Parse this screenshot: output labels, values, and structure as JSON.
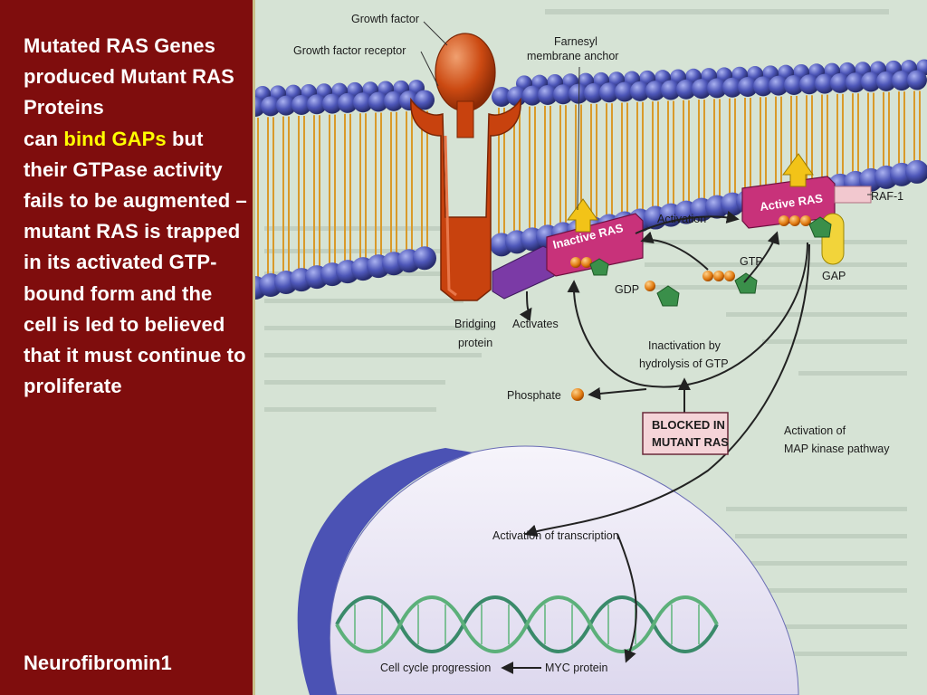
{
  "caption": {
    "part1": "Mutated RAS Genes produced Mutant RAS Proteins",
    "part2_prefix": "can ",
    "part2_highlight": "bind GAPs",
    "part3": "but their GTPase activity fails to be augmented – mutant RAS is trapped in its activated GTP-bound form and the cell is led to believed that it must continue to proliferate",
    "gene": "Neurofibromin1"
  },
  "colors": {
    "background": "#7f0d0d",
    "caption_text": "#ffffff",
    "highlight": "#ffff00",
    "ras_magenta": "#c8327a",
    "receptor_orange": "#cc4a12",
    "membrane_blue": "#4d56b8"
  },
  "diagram": {
    "growth_factor": "Growth factor",
    "growth_factor_receptor": "Growth factor receptor",
    "farnesyl_line1": "Farnesyl",
    "farnesyl_line2": "membrane anchor",
    "inactive_ras": "Inactive RAS",
    "active_ras": "Active RAS",
    "raf1": "RAF-1",
    "activation": "Activation",
    "gtp": "GTP",
    "gdp": "GDP",
    "gap": "GAP",
    "bridging_line1": "Bridging",
    "bridging_line2": "protein",
    "activates": "Activates",
    "inactivation_line1": "Inactivation by",
    "inactivation_line2": "hydrolysis of GTP",
    "phosphate": "Phosphate",
    "blocked_line1": "BLOCKED IN",
    "blocked_line2": "MUTANT RAS",
    "map_line1": "Activation of",
    "map_line2": "MAP kinase pathway",
    "transcription": "Activation of transcription",
    "cell_cycle": "Cell cycle progression",
    "myc": "MYC protein"
  }
}
